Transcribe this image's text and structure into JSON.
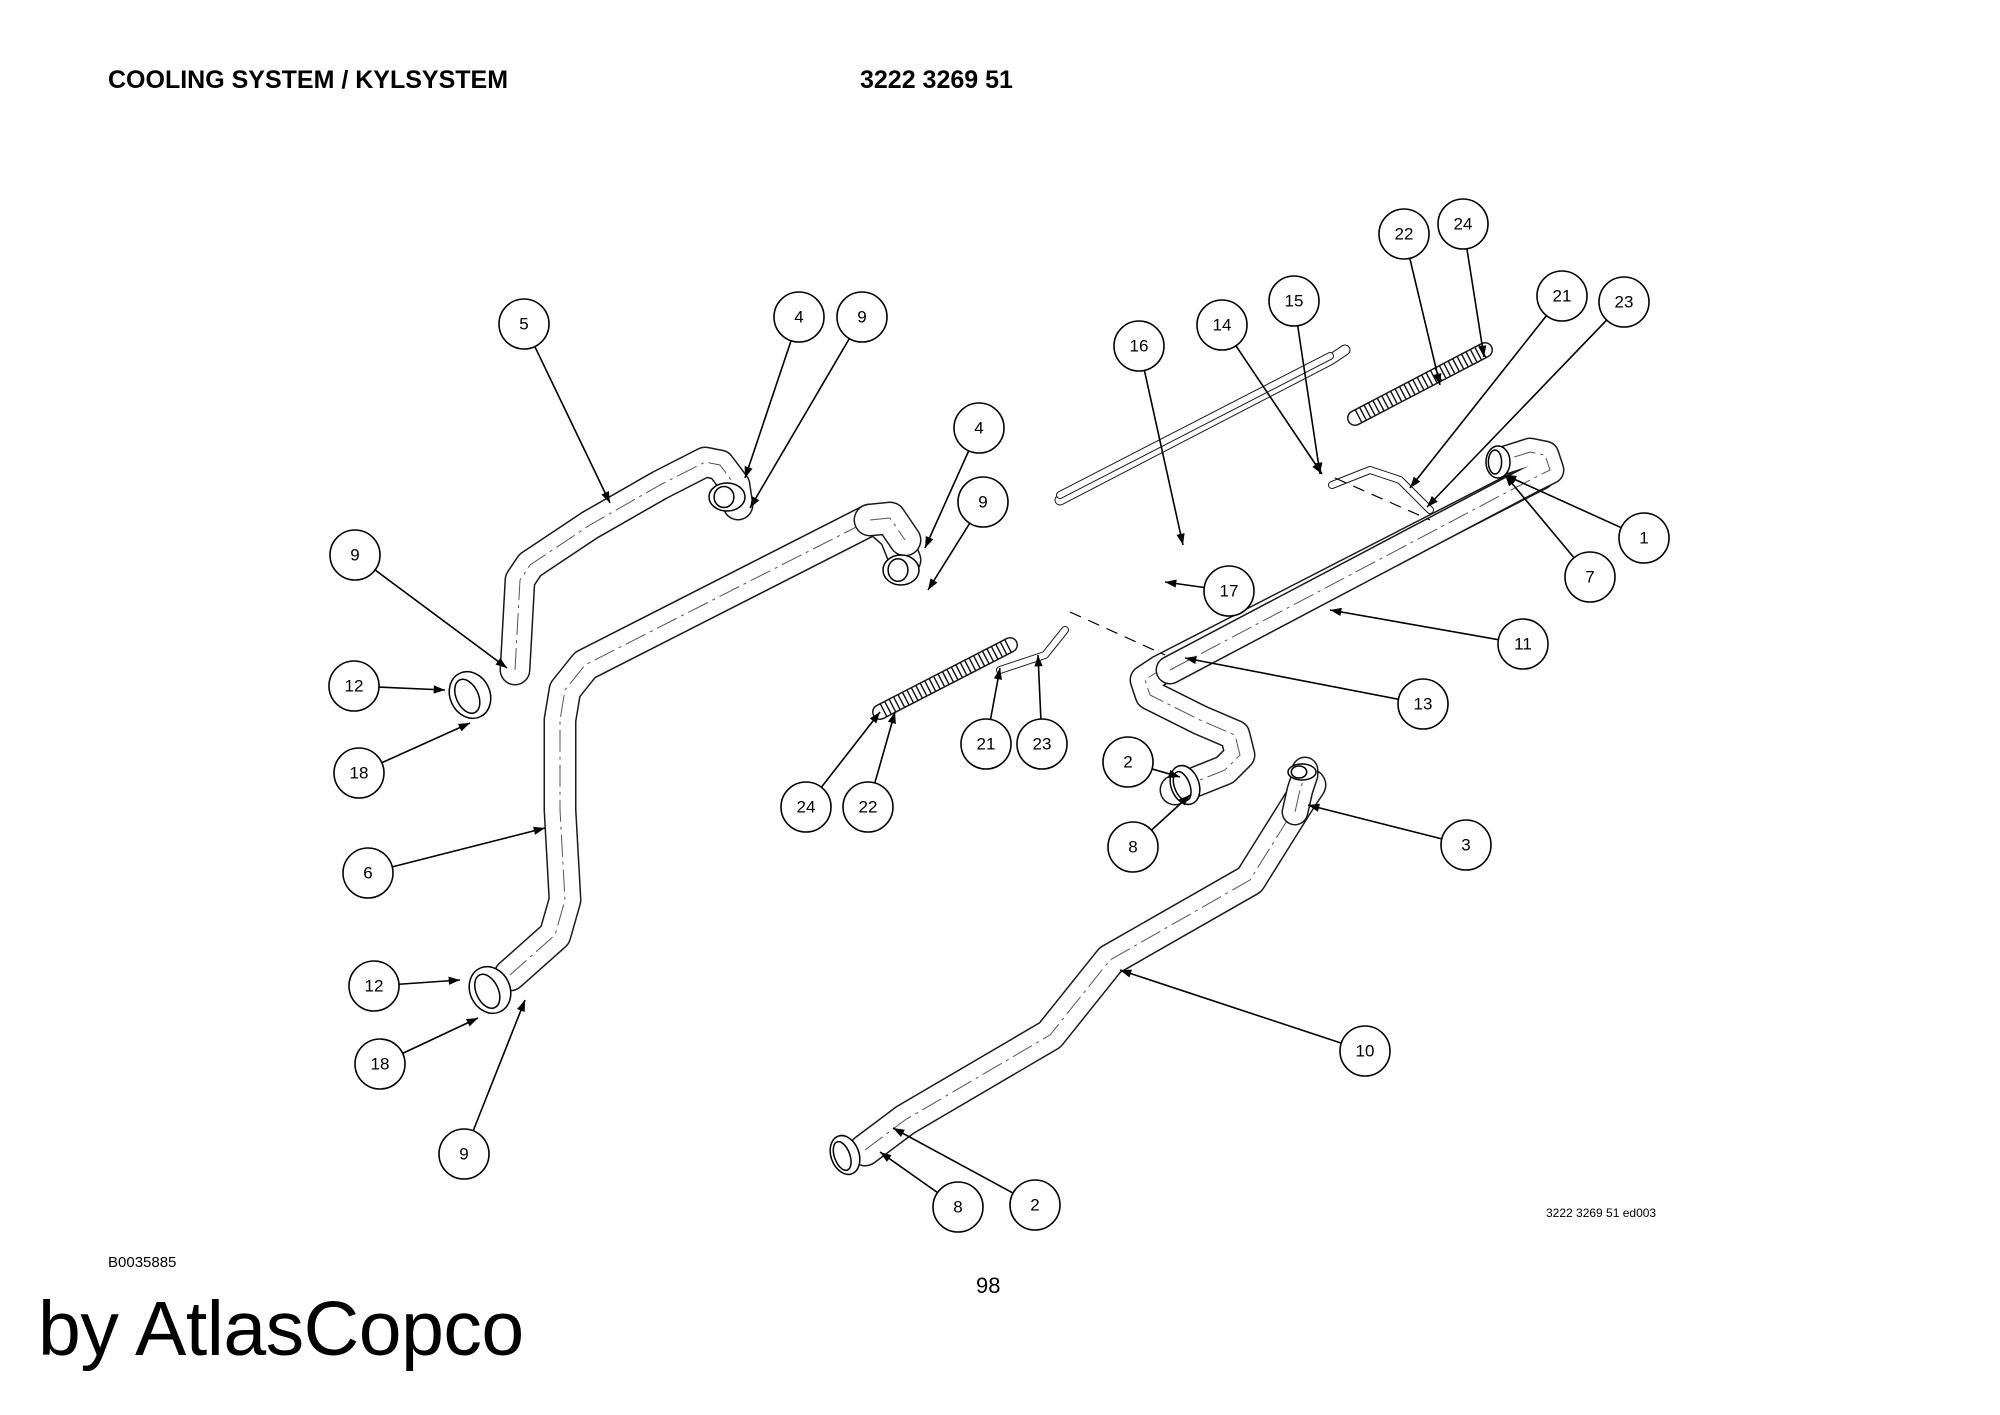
{
  "header": {
    "title": "COOLING SYSTEM / KYLSYSTEM",
    "part_number": "3222 3269 51"
  },
  "drawing_reference": "3222 3269 51 ed003",
  "figure_id": "B0035885",
  "page_number": "98",
  "watermark": "by AtlasCopco",
  "callouts": [
    {
      "label": "5"
    },
    {
      "label": "4"
    },
    {
      "label": "9"
    },
    {
      "label": "4"
    },
    {
      "label": "9"
    },
    {
      "label": "9"
    },
    {
      "label": "12"
    },
    {
      "label": "18"
    },
    {
      "label": "6"
    },
    {
      "label": "12"
    },
    {
      "label": "18"
    },
    {
      "label": "9"
    },
    {
      "label": "16"
    },
    {
      "label": "14"
    },
    {
      "label": "15"
    },
    {
      "label": "22"
    },
    {
      "label": "24"
    },
    {
      "label": "21"
    },
    {
      "label": "23"
    },
    {
      "label": "1"
    },
    {
      "label": "7"
    },
    {
      "label": "17"
    },
    {
      "label": "11"
    },
    {
      "label": "13"
    },
    {
      "label": "21"
    },
    {
      "label": "23"
    },
    {
      "label": "24"
    },
    {
      "label": "22"
    },
    {
      "label": "2"
    },
    {
      "label": "8"
    },
    {
      "label": "3"
    },
    {
      "label": "10"
    },
    {
      "label": "8"
    },
    {
      "label": "2"
    }
  ]
}
